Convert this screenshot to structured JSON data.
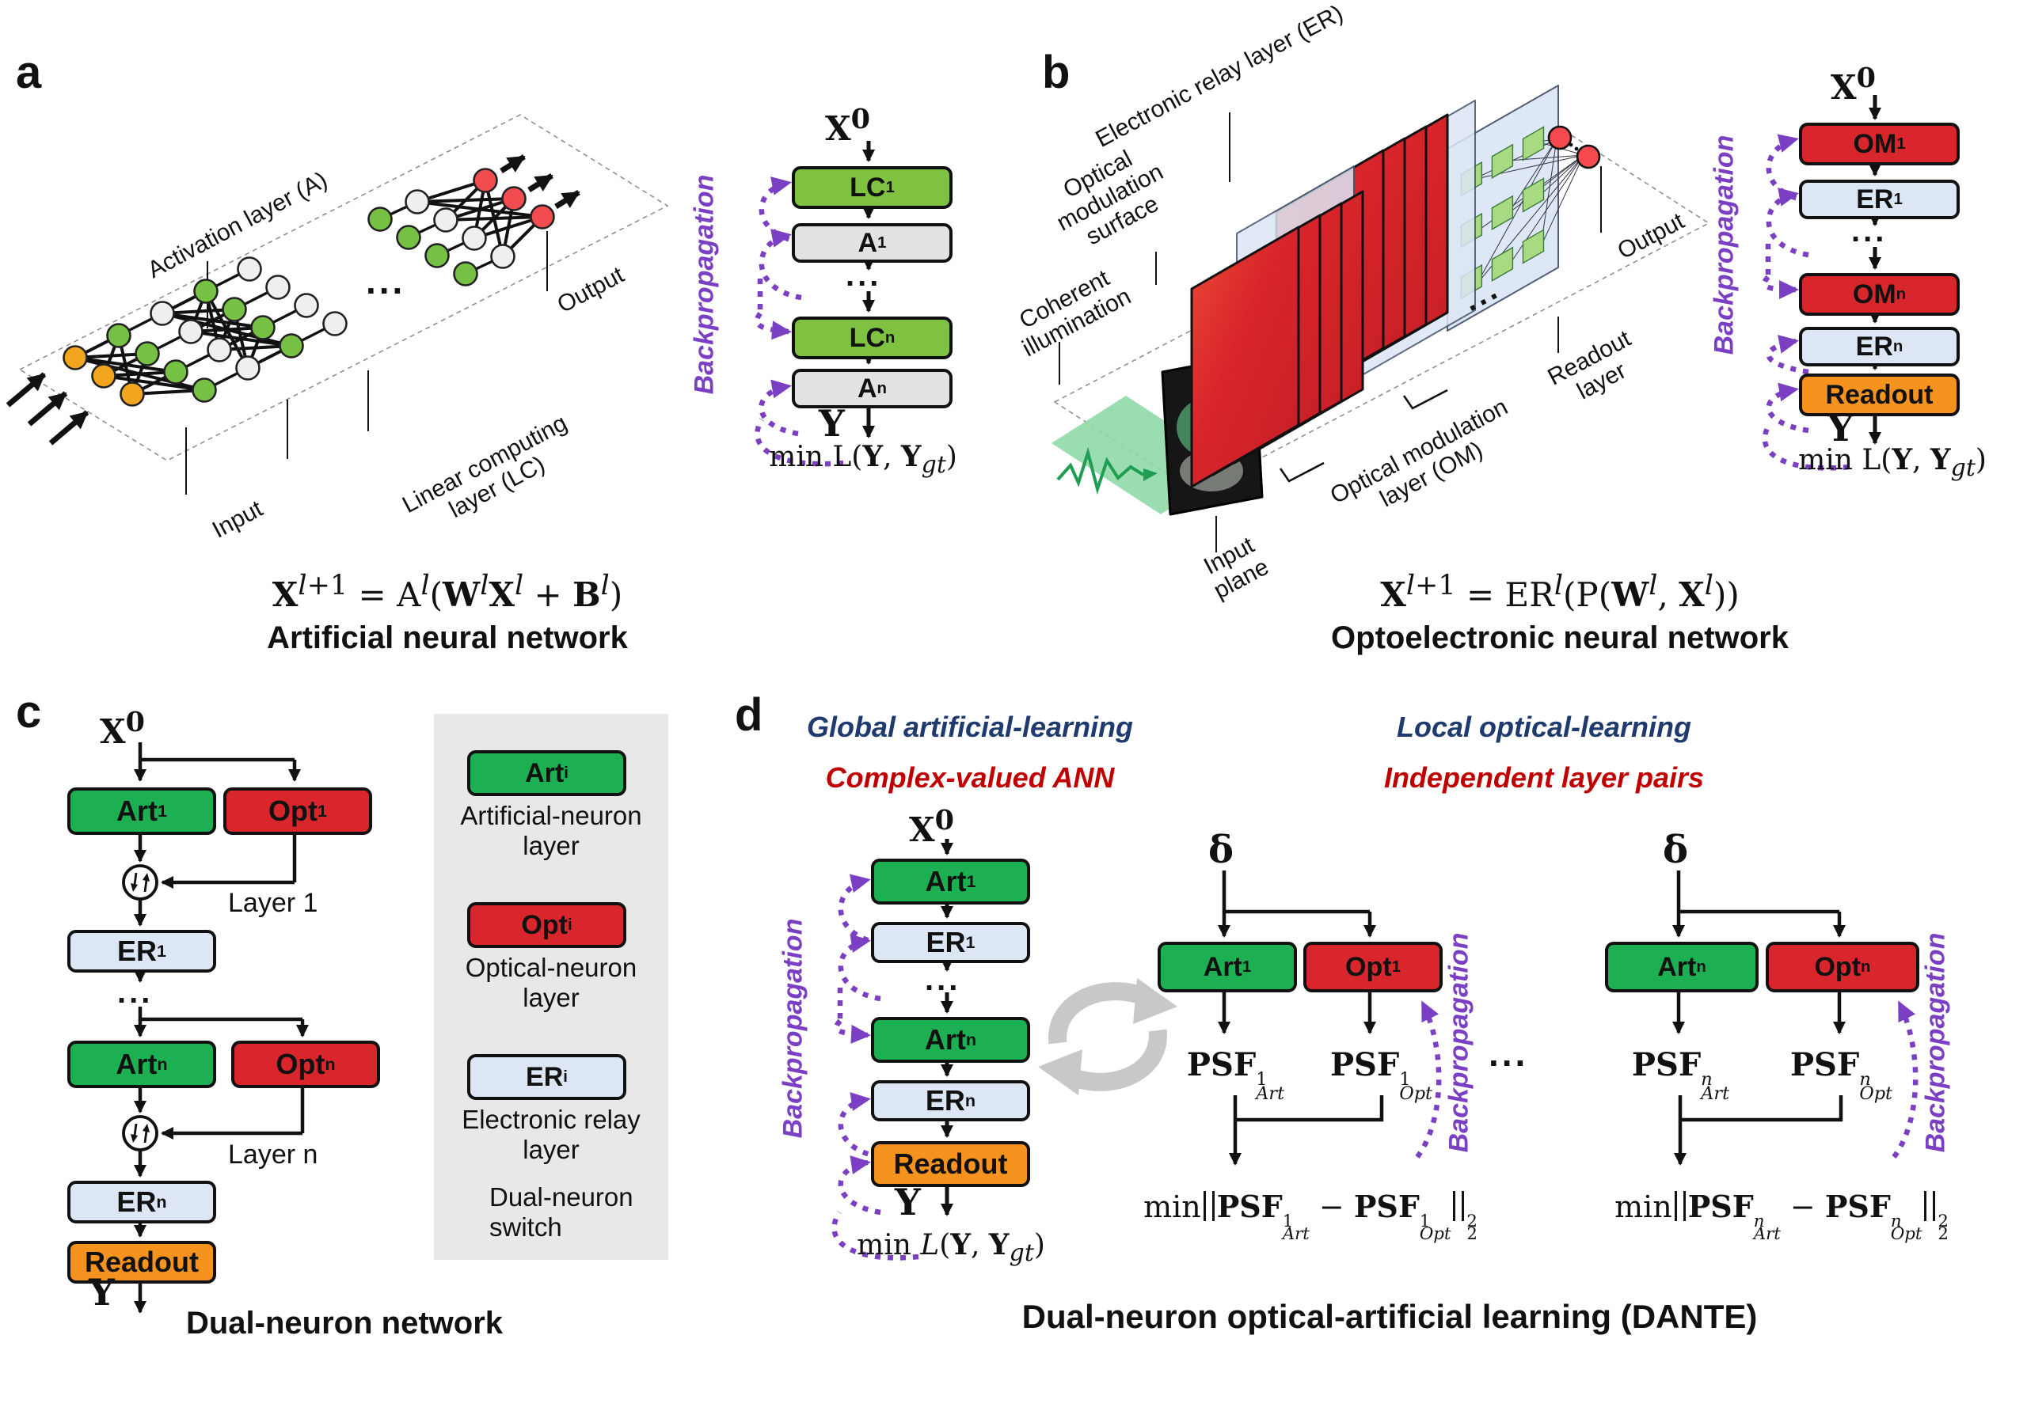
{
  "colors": {
    "lc_green": "#7FC241",
    "art_green": "#1CB053",
    "opt_red": "#D8262C",
    "er_blue": "#DCE6F5",
    "readout_orange": "#F6921E",
    "activation_gray": "#E2E2E2",
    "backprop_purple": "#7B3FC4",
    "header_navy": "#1E3A6E",
    "header_red": "#C00000",
    "input_node_orange": "#F2A51F",
    "hidden_node_green": "#76C043",
    "hidden_node_white": "#EFEFEF",
    "output_node_red": "#F24B50"
  },
  "panel_a": {
    "tag": "a",
    "d3": {
      "activation": "Activation layer (A)",
      "linear1": "Linear computing",
      "linear2": "layer (LC)",
      "input": "Input",
      "output": "Output",
      "dots": "..."
    },
    "flow": {
      "x0": "<b>X</b><sup>0</sup>",
      "lc1": "LC<sup>1</sup>",
      "a1": "A<sup>1</sup>",
      "dots": "...",
      "lcn": "LC<sup>n</sup>",
      "an": "A<sup>n</sup>",
      "y": "<b>Y</b>",
      "loss": "min L(<b>Y</b>, <b>Y</b><sub><i>gt</i></sub>)",
      "backprop": "Backpropagation"
    },
    "formula": "<b>X</b><sup><i>l</i>+1</sup> = A<sup><i>l</i></sup>(<b>W</b><sup><i>l</i></sup><b>X</b><sup><i>l</i></sup> + <b>B</b><sup><i>l</i></sup>)",
    "title": "Artificial neural network"
  },
  "panel_b": {
    "tag": "b",
    "d3": {
      "coherent1": "Coherent",
      "coherent2": "illumination",
      "optical1": "Optical",
      "optical2": "modulation",
      "optical3": "surface",
      "er": "Electronic relay layer (ER)",
      "input1": "Input",
      "input2": "plane",
      "om1": "Optical modulation",
      "om2": "layer (OM)",
      "readout1": "Readout",
      "readout2": "layer",
      "output": "Output",
      "dots": "..."
    },
    "flow": {
      "x0": "<b>X</b><sup>0</sup>",
      "om1": "OM<sup>1</sup>",
      "er1": "ER<sup>1</sup>",
      "dots": "...",
      "omn": "OM<sup>n</sup>",
      "ern": "ER<sup>n</sup>",
      "readout": "Readout",
      "y": "<b>Y</b>",
      "loss": "min L(<b>Y</b>, <b>Y</b><sub><i>gt</i></sub>)",
      "backprop": "Backpropagation"
    },
    "formula": "<b>X</b><sup><i>l</i>+1</sup> = ER<sup><i>l</i></sup>(P(<b>W</b><sup><i>l</i></sup>, <b>X</b><sup><i>l</i></sup>))",
    "title": "Optoelectronic neural network"
  },
  "panel_c": {
    "tag": "c",
    "flow": {
      "x0": "<b>X</b><sup>0</sup>",
      "art1": "Art<sup>1</sup>",
      "opt1": "Opt<sup>1</sup>",
      "layer1": "Layer 1",
      "er1": "ER<sup>1</sup>",
      "dots": "...",
      "artn": "Art<sup>n</sup>",
      "optn": "Opt<sup>n</sup>",
      "layern": "Layer n",
      "ern": "ER<sup>n</sup>",
      "readout": "Readout",
      "y": "<b>Y</b>"
    },
    "legend": {
      "art": "Art<sup>i</sup>",
      "art_label1": "Artificial-neuron",
      "art_label2": "layer",
      "opt": "Opt<sup>i</sup>",
      "opt_label1": "Optical-neuron",
      "opt_label2": "layer",
      "er": "ER<sup>i</sup>",
      "er_label1": "Electronic relay",
      "er_label2": "layer",
      "switch1": "Dual-neuron",
      "switch2": "switch"
    },
    "title": "Dual-neuron network"
  },
  "panel_d": {
    "tag": "d",
    "headers": {
      "global": "Global artificial-learning",
      "complex": "Complex-valued ANN",
      "local": "Local optical-learning",
      "independent": "Independent layer pairs"
    },
    "flow": {
      "x0": "<b>X</b><sup>0</sup>",
      "art1": "Art<sup>1</sup>",
      "er1": "ER<sup>1</sup>",
      "dots": "...",
      "artn": "Art<sup>n</sup>",
      "ern": "ER<sup>n</sup>",
      "readout": "Readout",
      "y": "<b>Y</b>",
      "loss": "min <i>L</i>(<b>Y</b>, <b>Y</b><sub><i>gt</i></sub>)",
      "backprop": "Backpropagation"
    },
    "block1": {
      "delta": "δ",
      "art": "Art<sup>1</sup>",
      "opt": "Opt<sup>1</sup>",
      "psf_art": "<b>PSF</b><span class='ss'><span>1</span><span><i>Art</i></span></span>",
      "psf_opt": "<b>PSF</b><span class='ss'><span>1</span><span><i>Opt</i></span></span>",
      "eq": "min<span class='nb'></span><b>PSF</b><span class='ss'><span>1</span><span><i>Art</i></span></span> − <b>PSF</b><span class='ss'><span>1</span><span><i>Opt</i></span></span><span class='nb'></span><span class='ss'><span>2</span><span>2</span></span>",
      "backprop": "Backpropagation"
    },
    "dots": "...",
    "block2": {
      "delta": "δ",
      "art": "Art<sup>n</sup>",
      "opt": "Opt<sup>n</sup>",
      "psf_art": "<b>PSF</b><span class='ss'><span><i>n</i></span><span><i>Art</i></span></span>",
      "psf_opt": "<b>PSF</b><span class='ss'><span><i>n</i></span><span><i>Opt</i></span></span>",
      "eq": "min<span class='nb'></span><b>PSF</b><span class='ss'><span><i>n</i></span><span><i>Art</i></span></span> − <b>PSF</b><span class='ss'><span><i>n</i></span><span><i>Opt</i></span></span><span class='nb'></span><span class='ss'><span>2</span><span>2</span></span>",
      "backprop": "Backpropagation"
    },
    "title": "Dual-neuron optical-artificial learning (DANTE)"
  }
}
